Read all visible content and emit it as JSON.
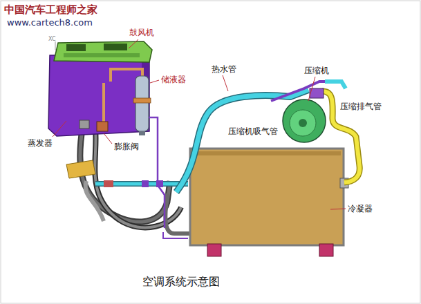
{
  "diagram": {
    "caption": "空调系统示意图",
    "labels": [
      "中国汽车工程师之家",
      "www.cartech8.com",
      "XC",
      "鼓风机",
      "储液器",
      "蒸发器",
      "膨胀阀",
      "热水管",
      "压缩机",
      "压缩排气管",
      "压缩机吸气管",
      "冷凝器"
    ]
  }
}
